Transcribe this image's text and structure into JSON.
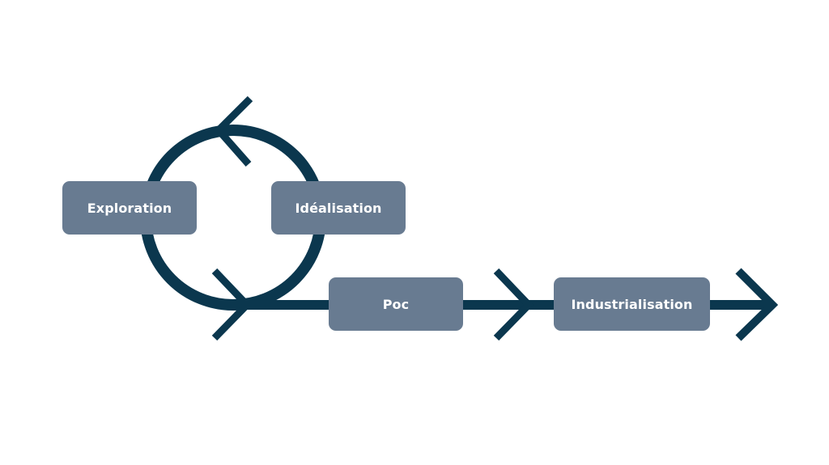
{
  "diagram": {
    "colors": {
      "flow_line": "#0b374e",
      "stage_box": "#687b91",
      "stage_text": "#ffffff",
      "background": "#ffffff"
    },
    "loop": {
      "direction": "counter-clockwise",
      "stages": [
        "Exploration",
        "Idéalisation"
      ]
    },
    "stages": [
      {
        "id": "exploration",
        "label": "Exploration"
      },
      {
        "id": "idealisation",
        "label": "Idéalisation"
      },
      {
        "id": "poc",
        "label": "Poc"
      },
      {
        "id": "industrialisation",
        "label": "Industrialisation"
      }
    ],
    "flow": [
      {
        "from": "loop",
        "to": "poc"
      },
      {
        "from": "poc",
        "to": "industrialisation"
      },
      {
        "from": "industrialisation",
        "to": "end"
      }
    ]
  }
}
